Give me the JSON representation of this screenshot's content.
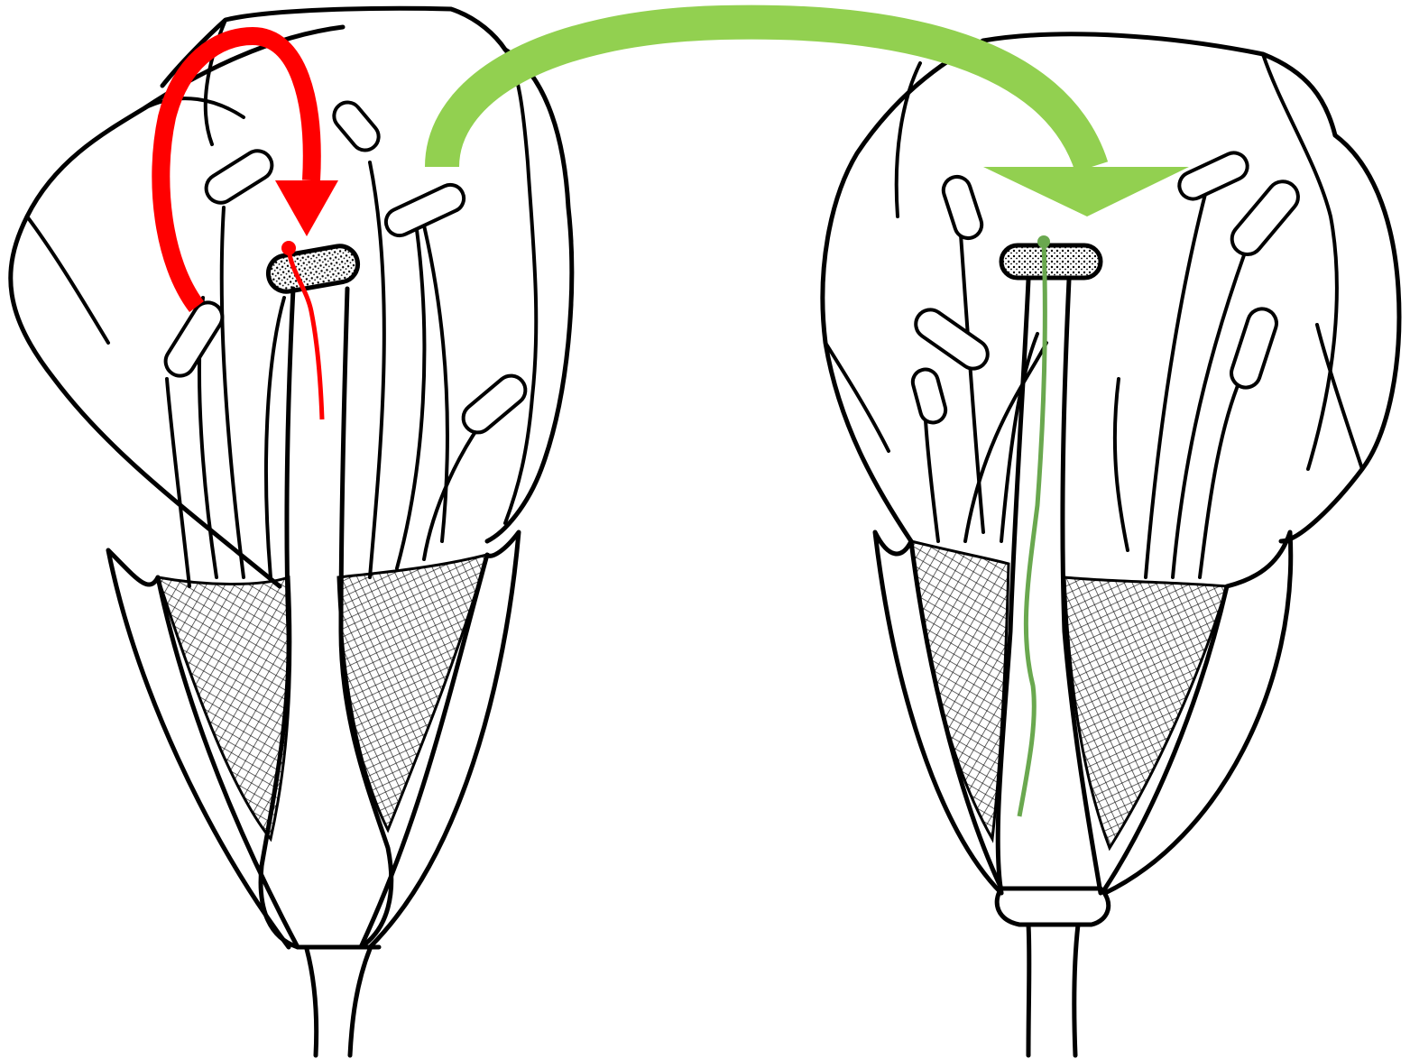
{
  "figure": {
    "panels": [
      {
        "id": "left-flower",
        "label": ""
      },
      {
        "id": "right-flower",
        "label": ""
      }
    ],
    "arrows": [
      {
        "id": "self-pollination",
        "color": "#ff0000",
        "from": "left-flower",
        "to": "left-flower"
      },
      {
        "id": "cross-pollination",
        "color": "#92d050",
        "from": "left-flower",
        "to": "right-flower"
      }
    ],
    "colors": {
      "self_arrow": "#ff0000",
      "cross_arrow": "#92d050",
      "pollen_tube_self": "#ff0000",
      "pollen_tube_cross": "#6aa84f",
      "ink": "#000000",
      "background": "#ffffff"
    }
  }
}
